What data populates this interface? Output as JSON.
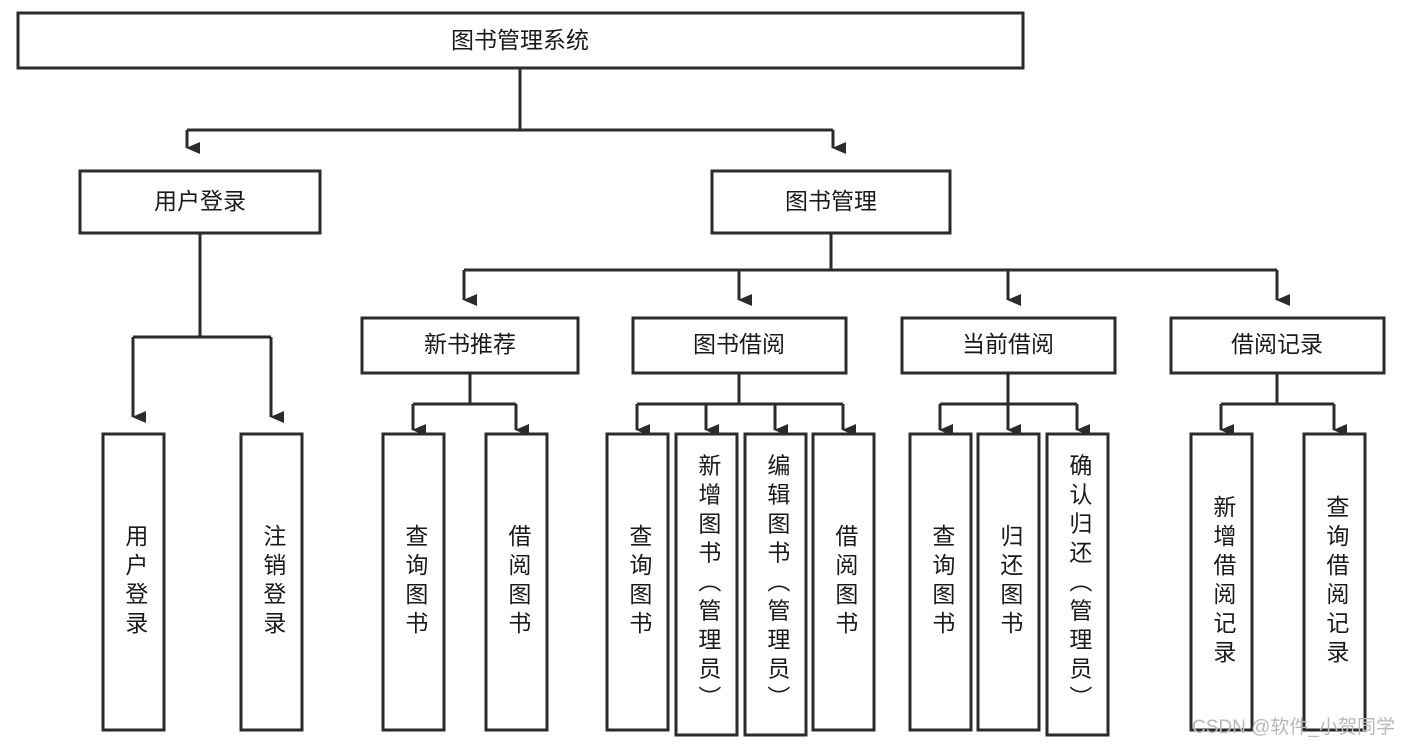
{
  "diagram": {
    "type": "hierarchy-tree",
    "title": "图书管理系统",
    "watermark": "CSDN @软件_小贺同学",
    "colors": {
      "stroke": "#2b2b2b",
      "fill": "#ffffff",
      "text": "#1a1a1a",
      "watermark": "#b9b9b9"
    },
    "nodes": {
      "root": {
        "label": "图书管理系统"
      },
      "level2": [
        {
          "id": "user-login",
          "label": "用户登录"
        },
        {
          "id": "book-manage",
          "label": "图书管理"
        }
      ],
      "level3": [
        {
          "id": "new-book-rec",
          "label": "新书推荐"
        },
        {
          "id": "book-borrow",
          "label": "图书借阅"
        },
        {
          "id": "current-borrow",
          "label": "当前借阅"
        },
        {
          "id": "borrow-record",
          "label": "借阅记录"
        }
      ],
      "leaves": {
        "user_login": [
          {
            "id": "leaf-user-login",
            "label": "用户登录"
          },
          {
            "id": "leaf-logout-login",
            "label": "注销登录"
          }
        ],
        "new_book_rec": [
          {
            "id": "leaf-query-book-1",
            "label": "查询图书"
          },
          {
            "id": "leaf-borrow-book-1",
            "label": "借阅图书"
          }
        ],
        "book_borrow": [
          {
            "id": "leaf-query-book-2",
            "label": "查询图书"
          },
          {
            "id": "leaf-add-book",
            "label": "新增图书（管理员）"
          },
          {
            "id": "leaf-edit-book",
            "label": "编辑图书（管理员）"
          },
          {
            "id": "leaf-borrow-book-2",
            "label": "借阅图书"
          }
        ],
        "current_borrow": [
          {
            "id": "leaf-query-book-3",
            "label": "查询图书"
          },
          {
            "id": "leaf-return-book",
            "label": "归还图书"
          },
          {
            "id": "leaf-confirm-return",
            "label": "确认归还（管理员）"
          }
        ],
        "borrow_record": [
          {
            "id": "leaf-add-record",
            "label": "新增借阅记录"
          },
          {
            "id": "leaf-query-record",
            "label": "查询借阅记录"
          }
        ]
      }
    }
  }
}
